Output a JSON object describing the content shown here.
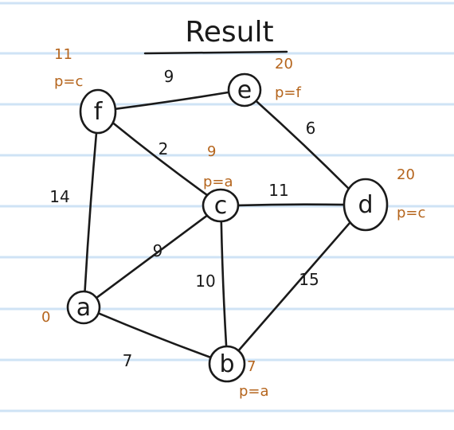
{
  "title": "Result",
  "colors": {
    "ink": "#1a1a1a",
    "annotation": "#b5651d",
    "ruled_line": "#cfe3f5",
    "background": "#ffffff"
  },
  "nodes": [
    {
      "id": "f",
      "label": "f",
      "dist": "11",
      "pred": "p=c"
    },
    {
      "id": "e",
      "label": "e",
      "dist": "20",
      "pred": "p=f"
    },
    {
      "id": "c",
      "label": "c",
      "dist": "9",
      "pred": "p=a"
    },
    {
      "id": "d",
      "label": "d",
      "dist": "20",
      "pred": "p=c"
    },
    {
      "id": "a",
      "label": "a",
      "dist": "0",
      "pred": ""
    },
    {
      "id": "b",
      "label": "b",
      "dist": "7",
      "pred": "p=a"
    }
  ],
  "edges": [
    {
      "from": "f",
      "to": "e",
      "weight": "9"
    },
    {
      "from": "e",
      "to": "d",
      "weight": "6"
    },
    {
      "from": "f",
      "to": "c",
      "weight": "2"
    },
    {
      "from": "c",
      "to": "d",
      "weight": "11"
    },
    {
      "from": "f",
      "to": "a",
      "weight": "14"
    },
    {
      "from": "a",
      "to": "c",
      "weight": "9"
    },
    {
      "from": "c",
      "to": "b",
      "weight": "10"
    },
    {
      "from": "d",
      "to": "b",
      "weight": "15"
    },
    {
      "from": "a",
      "to": "b",
      "weight": "7"
    }
  ]
}
